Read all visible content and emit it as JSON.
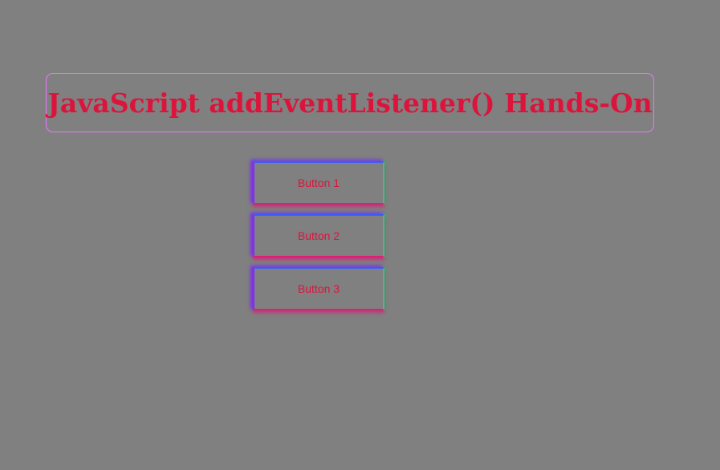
{
  "heading": {
    "text": "JavaScript addEventListener() Hands-On"
  },
  "buttons": [
    {
      "label": "Button 1"
    },
    {
      "label": "Button 2"
    },
    {
      "label": "Button 3"
    }
  ],
  "colors": {
    "background": "#808080",
    "heading_text": "#dc143c",
    "heading_border": "#e879f9",
    "button_text": "#dc143c"
  }
}
